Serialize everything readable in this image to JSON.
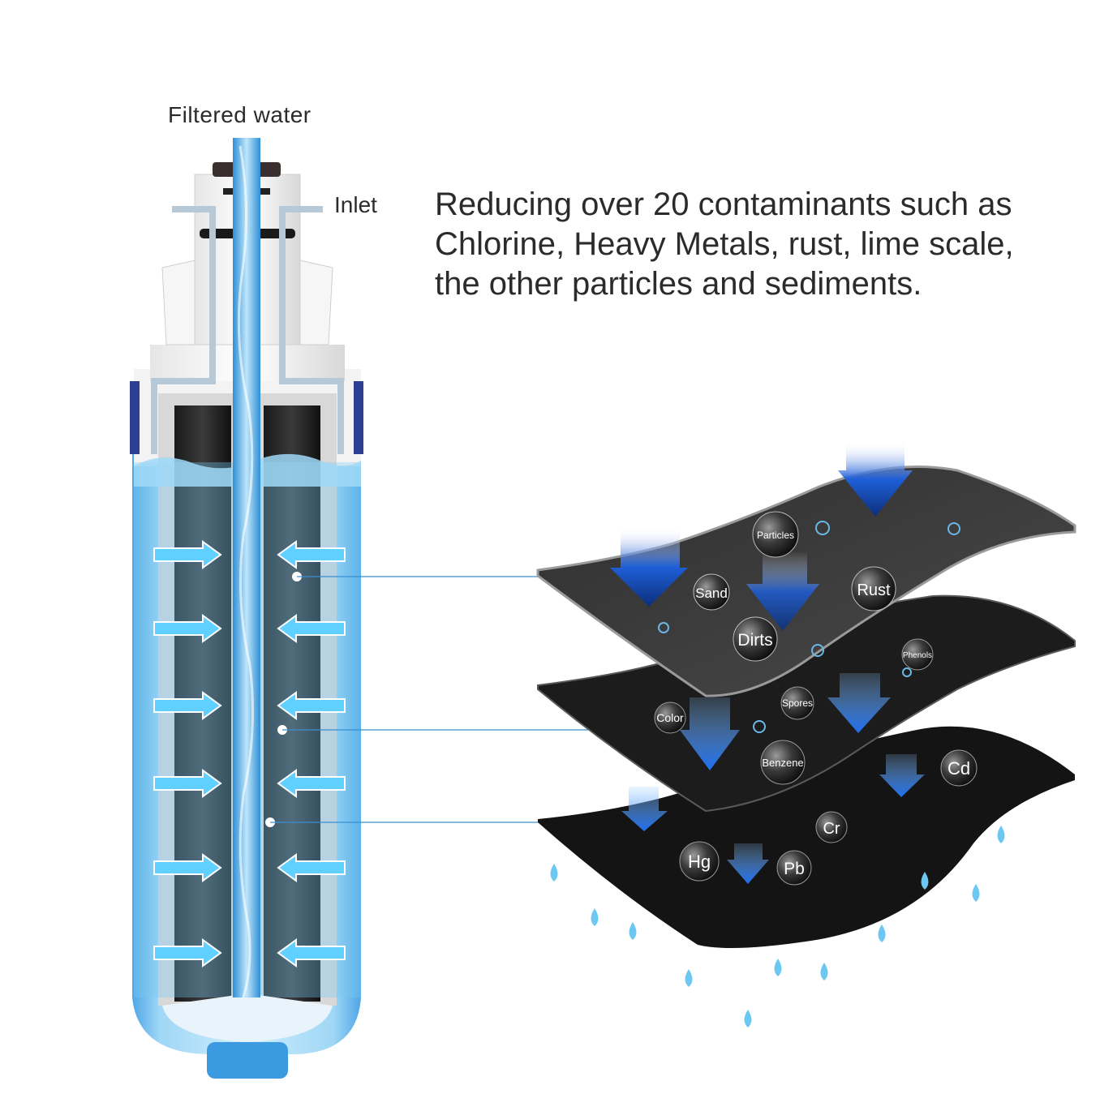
{
  "labels": {
    "filtered_water": "Filtered  water",
    "inlet": "Inlet"
  },
  "headline": {
    "lines": [
      "Reducing over 20 contaminants such as",
      "Chlorine, Heavy Metals, rust, lime scale,",
      "the other particles and sediments."
    ]
  },
  "layers": {
    "top": [
      "Particles",
      "Sand",
      "Rust",
      "Dirts"
    ],
    "middle": [
      "Phenols",
      "Spores",
      "Color",
      "Benzene"
    ],
    "bottom": [
      "Cd",
      "Cr",
      "Hg",
      "Pb"
    ]
  },
  "colors": {
    "water": "#5ab4ea",
    "arrow_dark": "#0c2f7a",
    "arrow_mid": "#1f5fd8",
    "arrow_light": "#2f8ff0",
    "layer_gray": "#3d3d3d",
    "layer_black": "#141414",
    "droplet": "#6cc7f2",
    "text": "#2b2b2b"
  }
}
